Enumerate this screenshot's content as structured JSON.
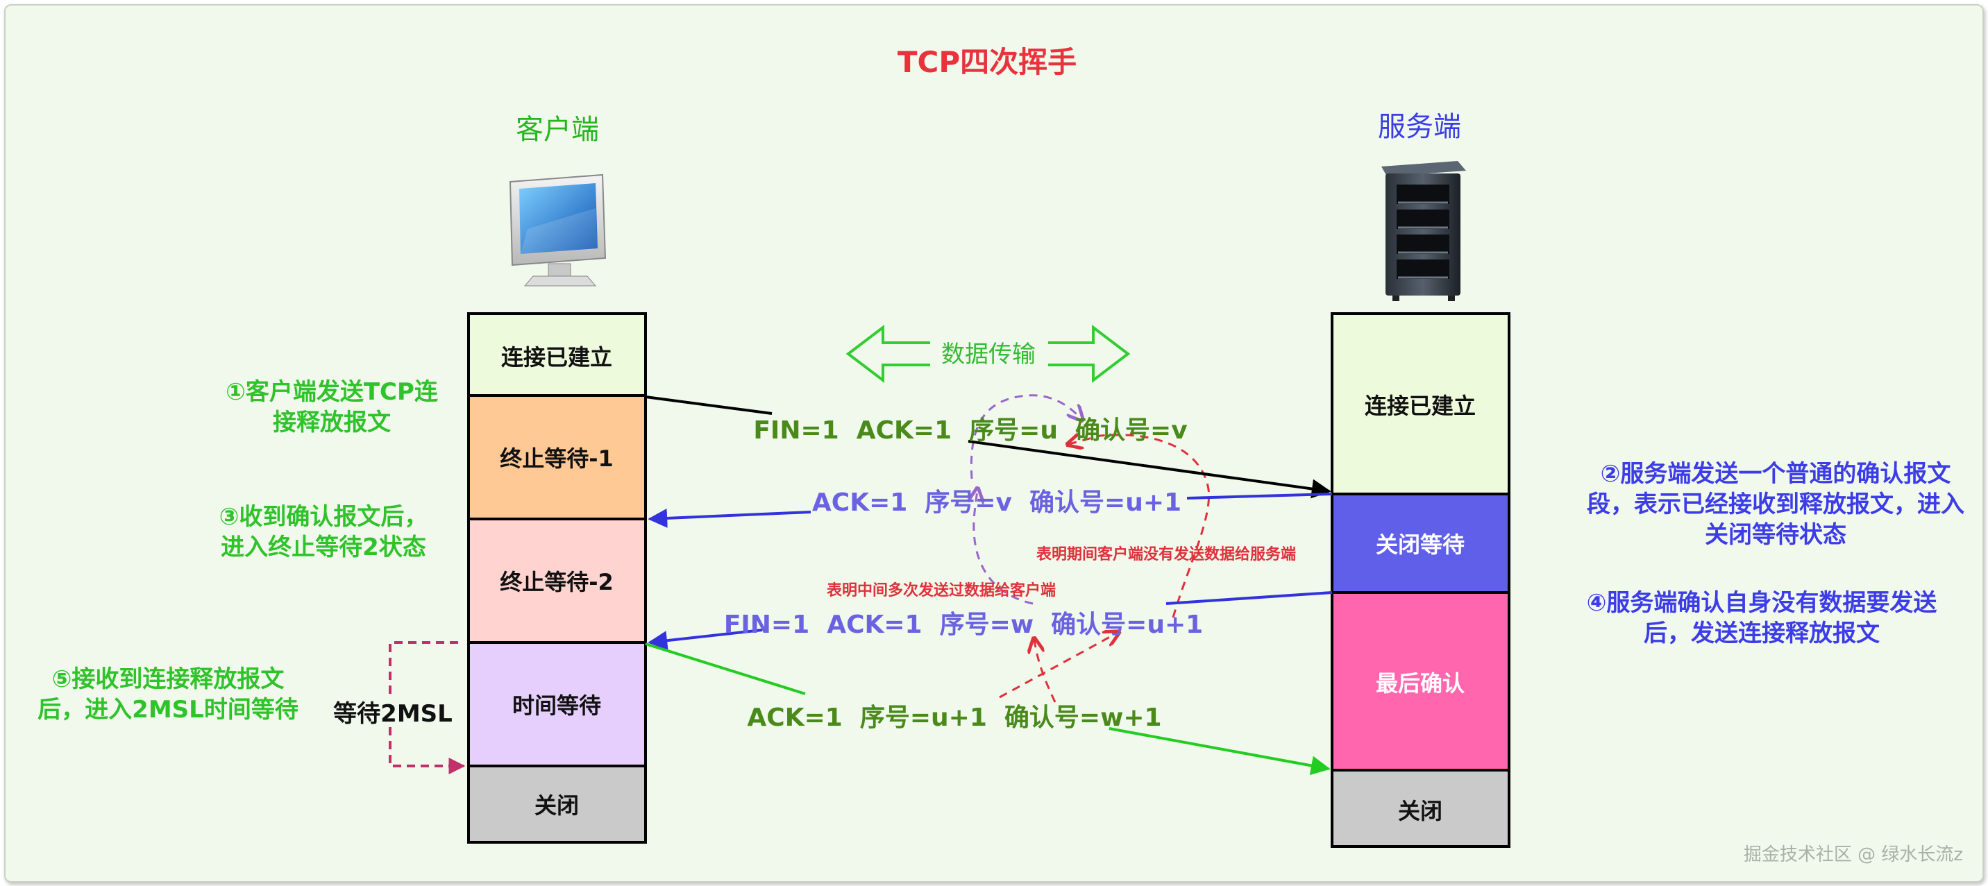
{
  "title": "TCP四次挥手",
  "client": {
    "label": "客户端",
    "icon": "desktop-monitor-icon",
    "states": [
      "连接已建立",
      "终止等待-1",
      "终止等待-2",
      "时间等待",
      "关闭"
    ]
  },
  "server": {
    "label": "服务端",
    "icon": "server-rack-icon",
    "states": [
      "连接已建立",
      "关闭等待",
      "最后确认",
      "关闭"
    ]
  },
  "data_transfer_label": "数据传输",
  "messages": [
    "FIN=1  ACK=1  序号=u  确认号=v",
    "ACK=1  序号=v  确认号=u+1",
    "FIN=1  ACK=1  序号=w  确认号=u+1",
    "ACK=1  序号=u+1  确认号=w+1"
  ],
  "annotations": {
    "step1": [
      "①客户端发送TCP连",
      "接释放报文"
    ],
    "step2": [
      "②服务端发送一个普通的确认报文",
      "段，表示已经接收到释放报文，进入",
      "关闭等待状态"
    ],
    "step3": [
      "③收到确认报文后，",
      "进入终止等待2状态"
    ],
    "step4": [
      "④服务端确认自身没有数据要发送",
      "后，发送连接释放报文"
    ],
    "step5": [
      "⑤接收到连接释放报文",
      "后，进入2MSL时间等待"
    ],
    "wait_2msl": "等待2MSL",
    "note_client_no_data": "表明期间客户端没有发送数据给服务端",
    "note_server_sent_data": "表明中间多次发送过数据给客户端"
  },
  "watermark": "掘金技术社区 @ 绿水长流z",
  "colors": {
    "title": "#e8323c",
    "client_label": "#27b51f",
    "server_label": "#3a3de6",
    "step_client": "#2fc22a",
    "step_server": "#3c3ce8",
    "msg_green": "#4a8a1b",
    "msg_blue": "#6a62e0",
    "arrow_black": "#000000",
    "arrow_blue": "#3333dd",
    "arrow_green": "#22cc22",
    "dashed_purple": "#9966cc",
    "dashed_red": "#e0303a",
    "dashed_magenta": "#c0306a",
    "state_established": "#eefadc",
    "state_fin_wait_1": "#ffc996",
    "state_fin_wait_2": "#ffd3d0",
    "state_time_wait": "#e7cffd",
    "state_closed": "#cacaca",
    "state_close_wait": "#5f5fe9",
    "state_last_ack": "#ff66ad"
  }
}
